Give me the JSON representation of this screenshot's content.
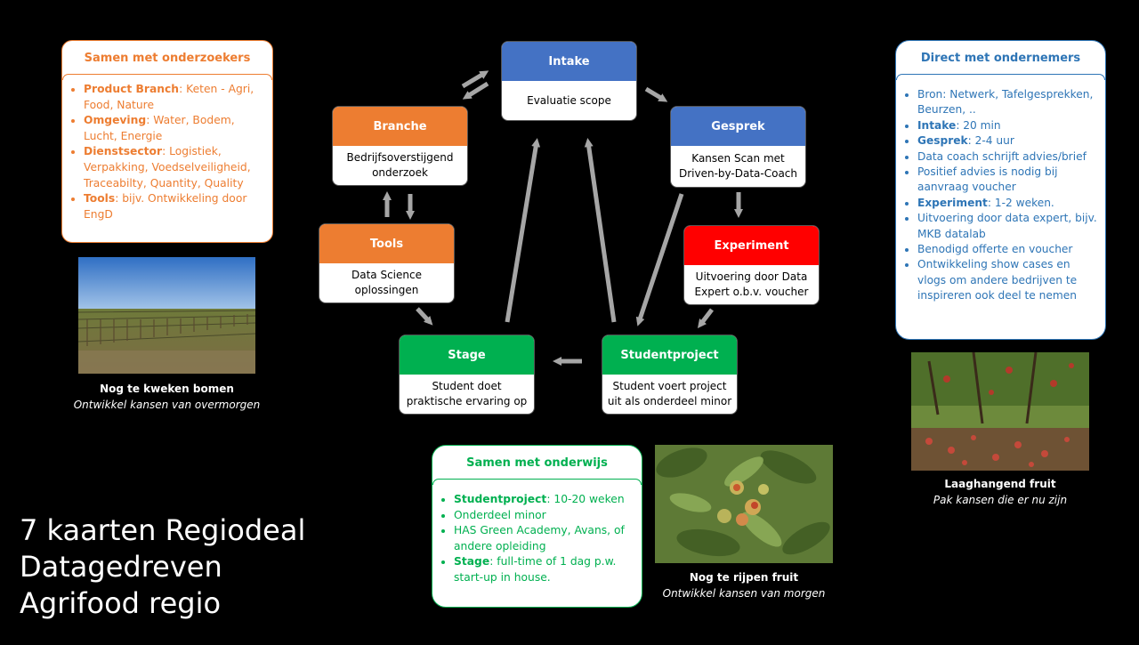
{
  "flow": {
    "intake": {
      "title": "Intake",
      "body": "Evaluatie scope",
      "color": "#4472c4"
    },
    "gesprek": {
      "title": "Gesprek",
      "body": "Kansen Scan met Driven-by-Data-Coach",
      "color": "#4472c4"
    },
    "experiment": {
      "title": "Experiment",
      "body": "Uitvoering door Data Expert o.b.v. voucher",
      "color": "#ff0000"
    },
    "studentproject": {
      "title": "Studentproject",
      "body": "Student voert project uit als onderdeel minor",
      "color": "#00b050"
    },
    "stage": {
      "title": "Stage",
      "body": "Student doet praktische ervaring op",
      "color": "#00b050"
    },
    "tools": {
      "title": "Tools",
      "body": "Data Science oplossingen",
      "color": "#ed7d31"
    },
    "branche": {
      "title": "Branche",
      "body": "Bedrijfsoverstijgend onderzoek",
      "color": "#ed7d31"
    }
  },
  "onderzoekers": {
    "title": "Samen met onderzoekers",
    "color": "#ed7d31",
    "items": [
      {
        "bold": "Product Branch",
        "text": ":  Keten - Agri, Food, Nature"
      },
      {
        "bold": "Omgeving",
        "text": ": Water, Bodem, Lucht, Energie"
      },
      {
        "bold": "Dienstsector",
        "text": ": Logistiek, Verpakking, Voedselveiligheid, Traceabilty, Quantity, Quality"
      },
      {
        "bold": "Tools",
        "text": ": bijv. Ontwikkeling door EngD"
      }
    ]
  },
  "ondernemers": {
    "title": "Direct met ondernemers",
    "color": "#2e75b6",
    "items": [
      {
        "bold": "",
        "text": "Bron: Netwerk, Tafelgesprekken, Beurzen, .."
      },
      {
        "bold": "Intake",
        "text": ": 20 min"
      },
      {
        "bold": "Gesprek",
        "text": ": 2-4 uur"
      },
      {
        "bold": "",
        "text": "Data coach schrijft advies/brief"
      },
      {
        "bold": "",
        "text": "Positief advies is nodig bij aanvraag voucher"
      },
      {
        "bold": "Experiment",
        "text": ": 1-2 weken."
      },
      {
        "bold": "",
        "text": "Uitvoering door data expert, bijv. MKB datalab"
      },
      {
        "bold": "",
        "text": "Benodigd offerte en voucher"
      },
      {
        "bold": "",
        "text": "Ontwikkeling show cases en vlogs om andere bedrijven te inspireren ook deel te nemen"
      }
    ]
  },
  "onderwijs": {
    "title": "Samen met onderwijs",
    "color": "#00b050",
    "items": [
      {
        "bold": "Studentproject",
        "text": ": 10-20 weken"
      },
      {
        "bold": "",
        "text": "Onderdeel minor"
      },
      {
        "bold": "",
        "text": "HAS Green Academy, Avans, of andere opleiding"
      },
      {
        "bold": "Stage",
        "text": ": full-time of 1 dag p.w. start-up in house."
      }
    ]
  },
  "photos": {
    "bomen": {
      "caption": "Nog te kweken bomen",
      "sub": "Ontwikkel kansen van overmorgen"
    },
    "rijpen": {
      "caption": "Nog te rijpen fruit",
      "sub": "Ontwikkel kansen van morgen"
    },
    "laaghangend": {
      "caption": "Laaghangend fruit",
      "sub": "Pak kansen die er  nu zijn"
    }
  },
  "main_title": {
    "line1": "7 kaarten Regiodeal",
    "line2": "Datagedreven",
    "line3": "Agrifood regio"
  }
}
